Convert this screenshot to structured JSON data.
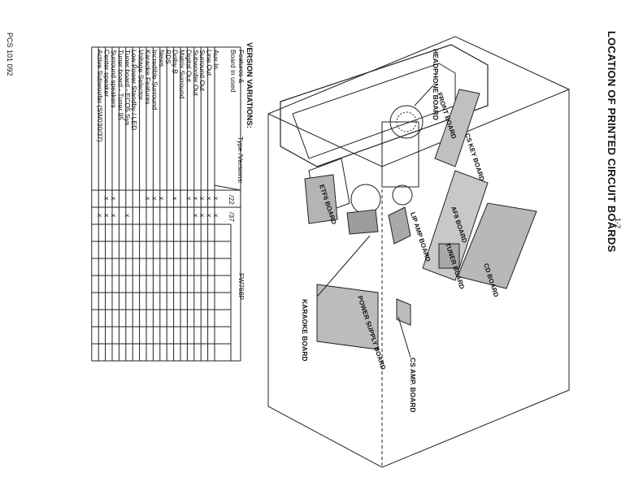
{
  "page": {
    "title": "LOCATION OF PRINTED CIRCUIT BOARDS",
    "number": "1-2",
    "footer_code": "PCS 101 092"
  },
  "diagram": {
    "boards": [
      "CD BOARD",
      "AF8 BOARD",
      "TUNER BOARD",
      "FRONT BOARD",
      "HEADPHONE BOARD",
      "CS KEY BOARD",
      "LIP AMP BOARD",
      "ETF6 BOARD",
      "POWER SUPPLY BOARD",
      "KARAOKE BOARD",
      "CS AMP. BOARD"
    ]
  },
  "version_table": {
    "heading": "VERSION VARIATIONS:",
    "corner_type": "Type /Versions:",
    "corner_features": "Features &",
    "corner_board": "Board in used",
    "model": "FW768P",
    "versions": [
      "/22",
      "/37",
      "",
      "",
      "",
      "",
      "",
      "",
      "",
      ""
    ],
    "rows": [
      {
        "feature": "Aux In",
        "marks": [
          "x",
          "x",
          "",
          "",
          "",
          "",
          "",
          "",
          "",
          ""
        ]
      },
      {
        "feature": "Line Out",
        "marks": [
          "x",
          "x",
          "",
          "",
          "",
          "",
          "",
          "",
          "",
          ""
        ]
      },
      {
        "feature": "Surround Out",
        "marks": [
          "x",
          "x",
          "",
          "",
          "",
          "",
          "",
          "",
          "",
          ""
        ]
      },
      {
        "feature": "Subwoofer Out",
        "marks": [
          "x",
          "x",
          "",
          "",
          "",
          "",
          "",
          "",
          "",
          ""
        ]
      },
      {
        "feature": "Digital Out",
        "marks": [
          "x",
          "",
          "",
          "",
          "",
          "",
          "",
          "",
          "",
          ""
        ]
      },
      {
        "feature": "Matrix Surround",
        "marks": [
          "",
          "",
          "",
          "",
          "",
          "",
          "",
          "",
          "",
          ""
        ]
      },
      {
        "feature": "Dolby B",
        "marks": [
          "x",
          "",
          "",
          "",
          "",
          "",
          "",
          "",
          "",
          ""
        ]
      },
      {
        "feature": "RDS",
        "marks": [
          "",
          "",
          "",
          "",
          "",
          "",
          "",
          "",
          "",
          ""
        ]
      },
      {
        "feature": "News",
        "marks": [
          "x",
          "",
          "",
          "",
          "",
          "",
          "",
          "",
          "",
          ""
        ]
      },
      {
        "feature": "Incredible Surround",
        "marks": [
          "x",
          "",
          "",
          "",
          "",
          "",
          "",
          "",
          "",
          ""
        ]
      },
      {
        "feature": "Karaoke Features",
        "marks": [
          "x",
          "",
          "",
          "",
          "",
          "",
          "",
          "",
          "",
          ""
        ]
      },
      {
        "feature": "Voltage Selector",
        "marks": [
          "",
          "",
          "",
          "",
          "",
          "",
          "",
          "",
          "",
          ""
        ]
      },
      {
        "feature": "Low Power Standby / LED",
        "marks": [
          "",
          "",
          "",
          "",
          "",
          "",
          "",
          "",
          "",
          ""
        ]
      },
      {
        "feature": "Tuner board - ECO5 Sys",
        "marks": [
          "",
          "x",
          "",
          "",
          "",
          "",
          "",
          "",
          "",
          ""
        ]
      },
      {
        "feature": "Tuner board - Tuner 95",
        "marks": [
          "",
          "",
          "",
          "",
          "",
          "",
          "",
          "",
          "",
          ""
        ]
      },
      {
        "feature": "Surround speakers",
        "marks": [
          "x",
          "x",
          "",
          "",
          "",
          "",
          "",
          "",
          "",
          ""
        ]
      },
      {
        "feature": "Center speaker",
        "marks": [
          "x",
          "x",
          "",
          "",
          "",
          "",
          "",
          "",
          "",
          ""
        ]
      },
      {
        "feature": "Active Subwoofer (SW030/37)",
        "marks": [
          "",
          "x",
          "",
          "",
          "",
          "",
          "",
          "",
          "",
          ""
        ]
      }
    ]
  }
}
